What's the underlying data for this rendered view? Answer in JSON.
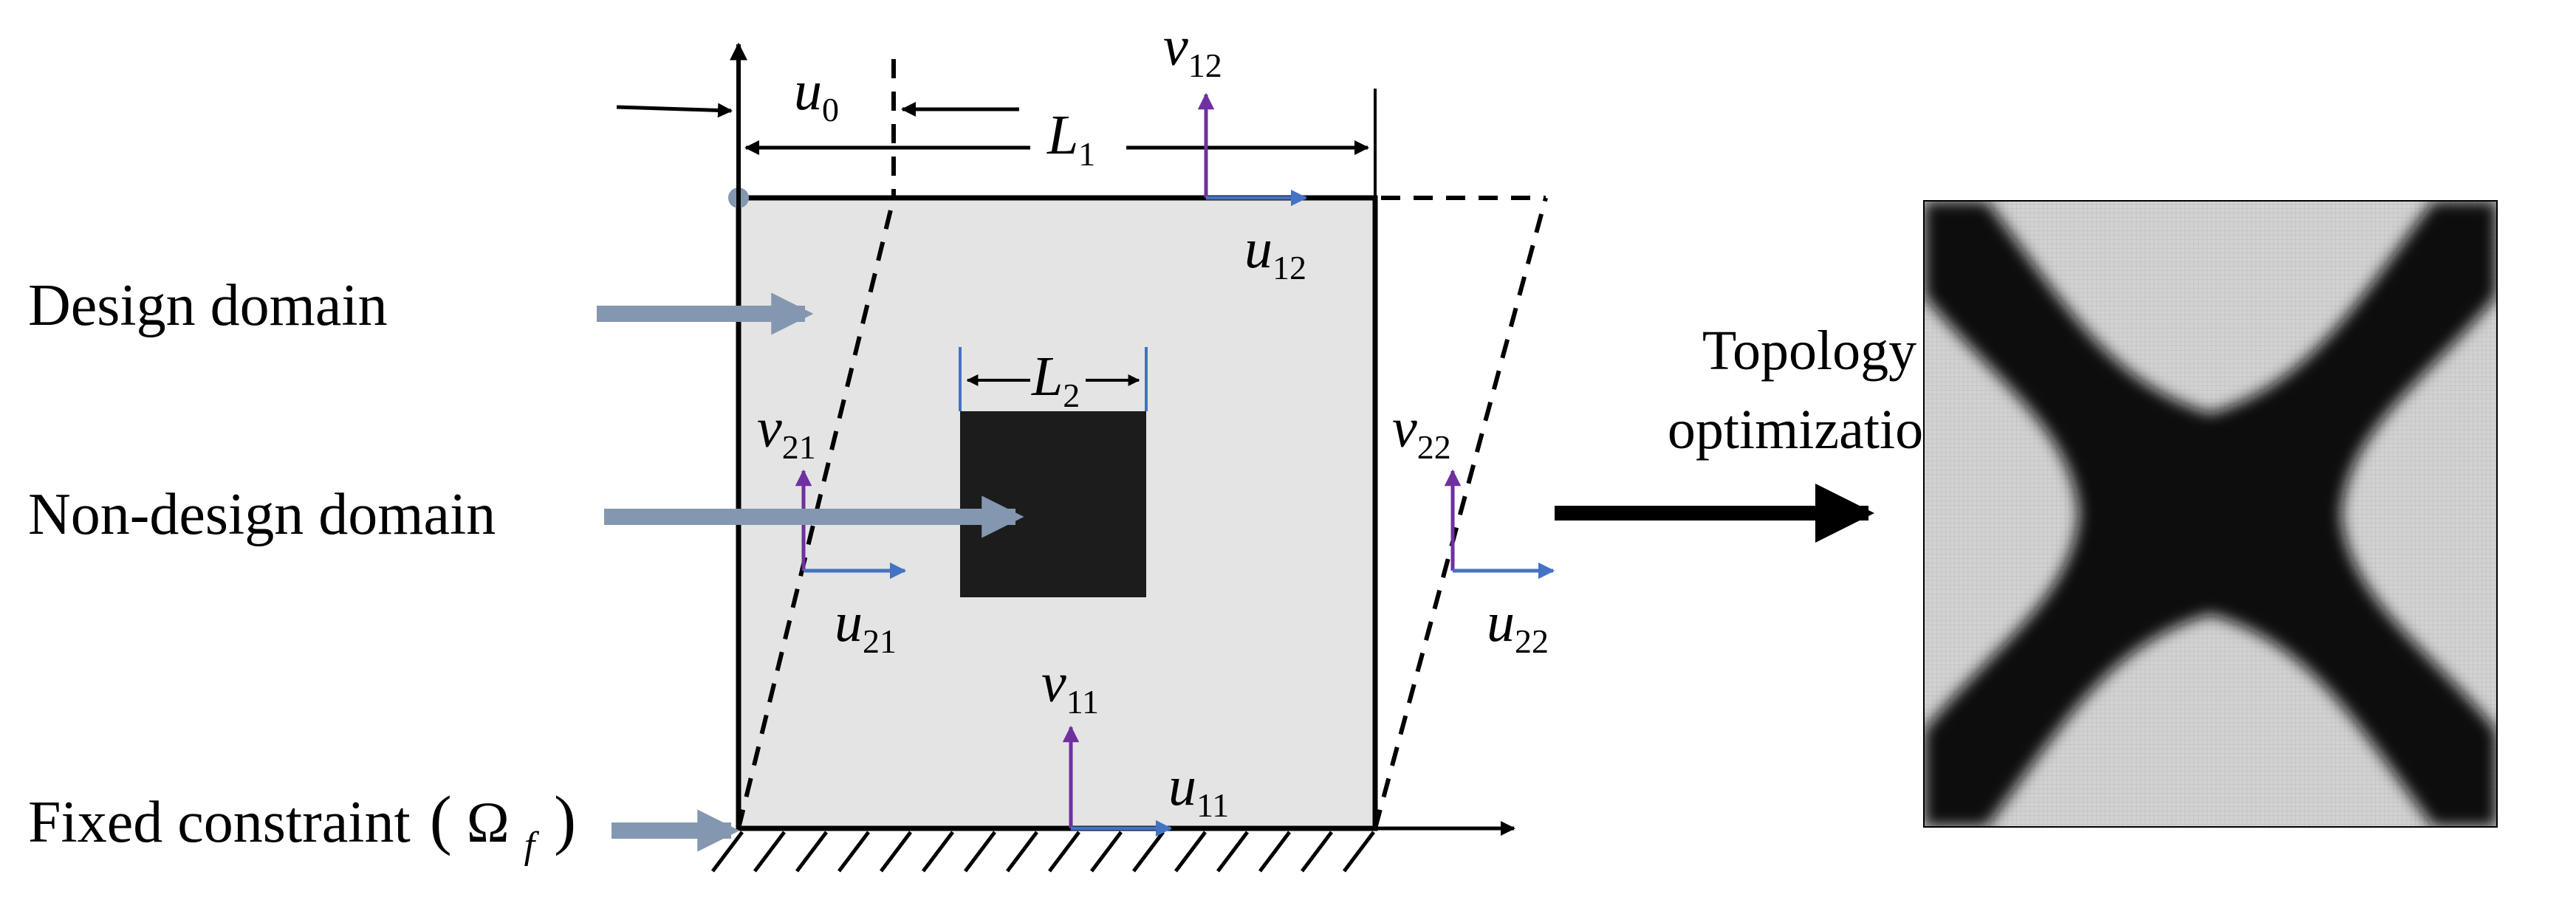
{
  "labels": {
    "design_domain": "Design domain",
    "non_design_domain": "Non-design domain",
    "fixed_constraint": "Fixed constraint",
    "omega": "Ω",
    "omega_sub": "f",
    "paren_open": "(",
    "paren_close": ")",
    "process_line1": "Topology",
    "process_line2": "optimization"
  },
  "symbols": {
    "u0": {
      "main": "u",
      "sub": "0"
    },
    "L1": {
      "main": "L",
      "sub": "1"
    },
    "L2": {
      "main": "L",
      "sub": "2"
    },
    "v12": {
      "main": "v",
      "sub": "12"
    },
    "u12": {
      "main": "u",
      "sub": "12"
    },
    "v21": {
      "main": "v",
      "sub": "21"
    },
    "u21": {
      "main": "u",
      "sub": "21"
    },
    "v22": {
      "main": "v",
      "sub": "22"
    },
    "u22": {
      "main": "u",
      "sub": "22"
    },
    "v11": {
      "main": "v",
      "sub": "11"
    },
    "u11": {
      "main": "u",
      "sub": "11"
    }
  },
  "colors": {
    "domain_fill": "#e4e4e4",
    "inclusion_fill": "#1c1c1c",
    "pointer_arrow": "#8497b0",
    "v_arrow": "#7030a0",
    "u_arrow": "#4472c4",
    "corner_dot": "#8497b0",
    "result_light": "#d2d2d2",
    "result_dark": "#0a0a0a"
  }
}
